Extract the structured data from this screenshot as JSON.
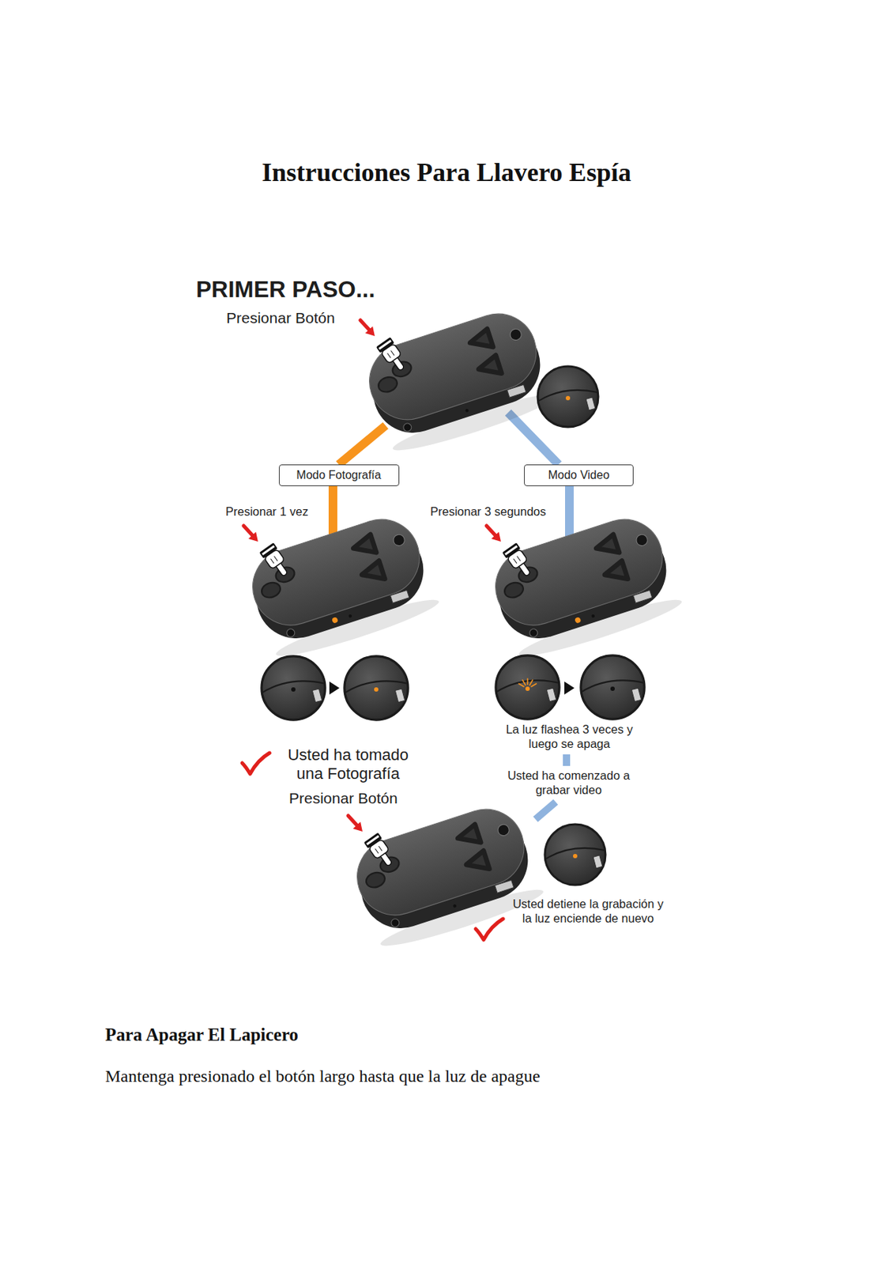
{
  "diagram": {
    "title": "Instrucciones Para Llavero Espía",
    "nodes": [
      {
        "text": [
          "Modo Fotografía"
        ]
      },
      {
        "text": [
          "Modo Video"
        ]
      }
    ],
    "labels": [
      "PRIMER PASO...",
      "Presionar Botón",
      "Presionar 1 vez",
      "Presionar 3 segundos",
      "La luz flashea 3 veces y luego se apaga",
      "Usted ha tomado una Fotografía",
      "Usted ha comenzado a grabar video",
      "Presionar Botón",
      "Usted detiene la grabación y la luz enciende de nuevo",
      "Para Apagar El Lapicero",
      "Mantenga presionado el botón largo hasta que la luz de apague"
    ]
  }
}
